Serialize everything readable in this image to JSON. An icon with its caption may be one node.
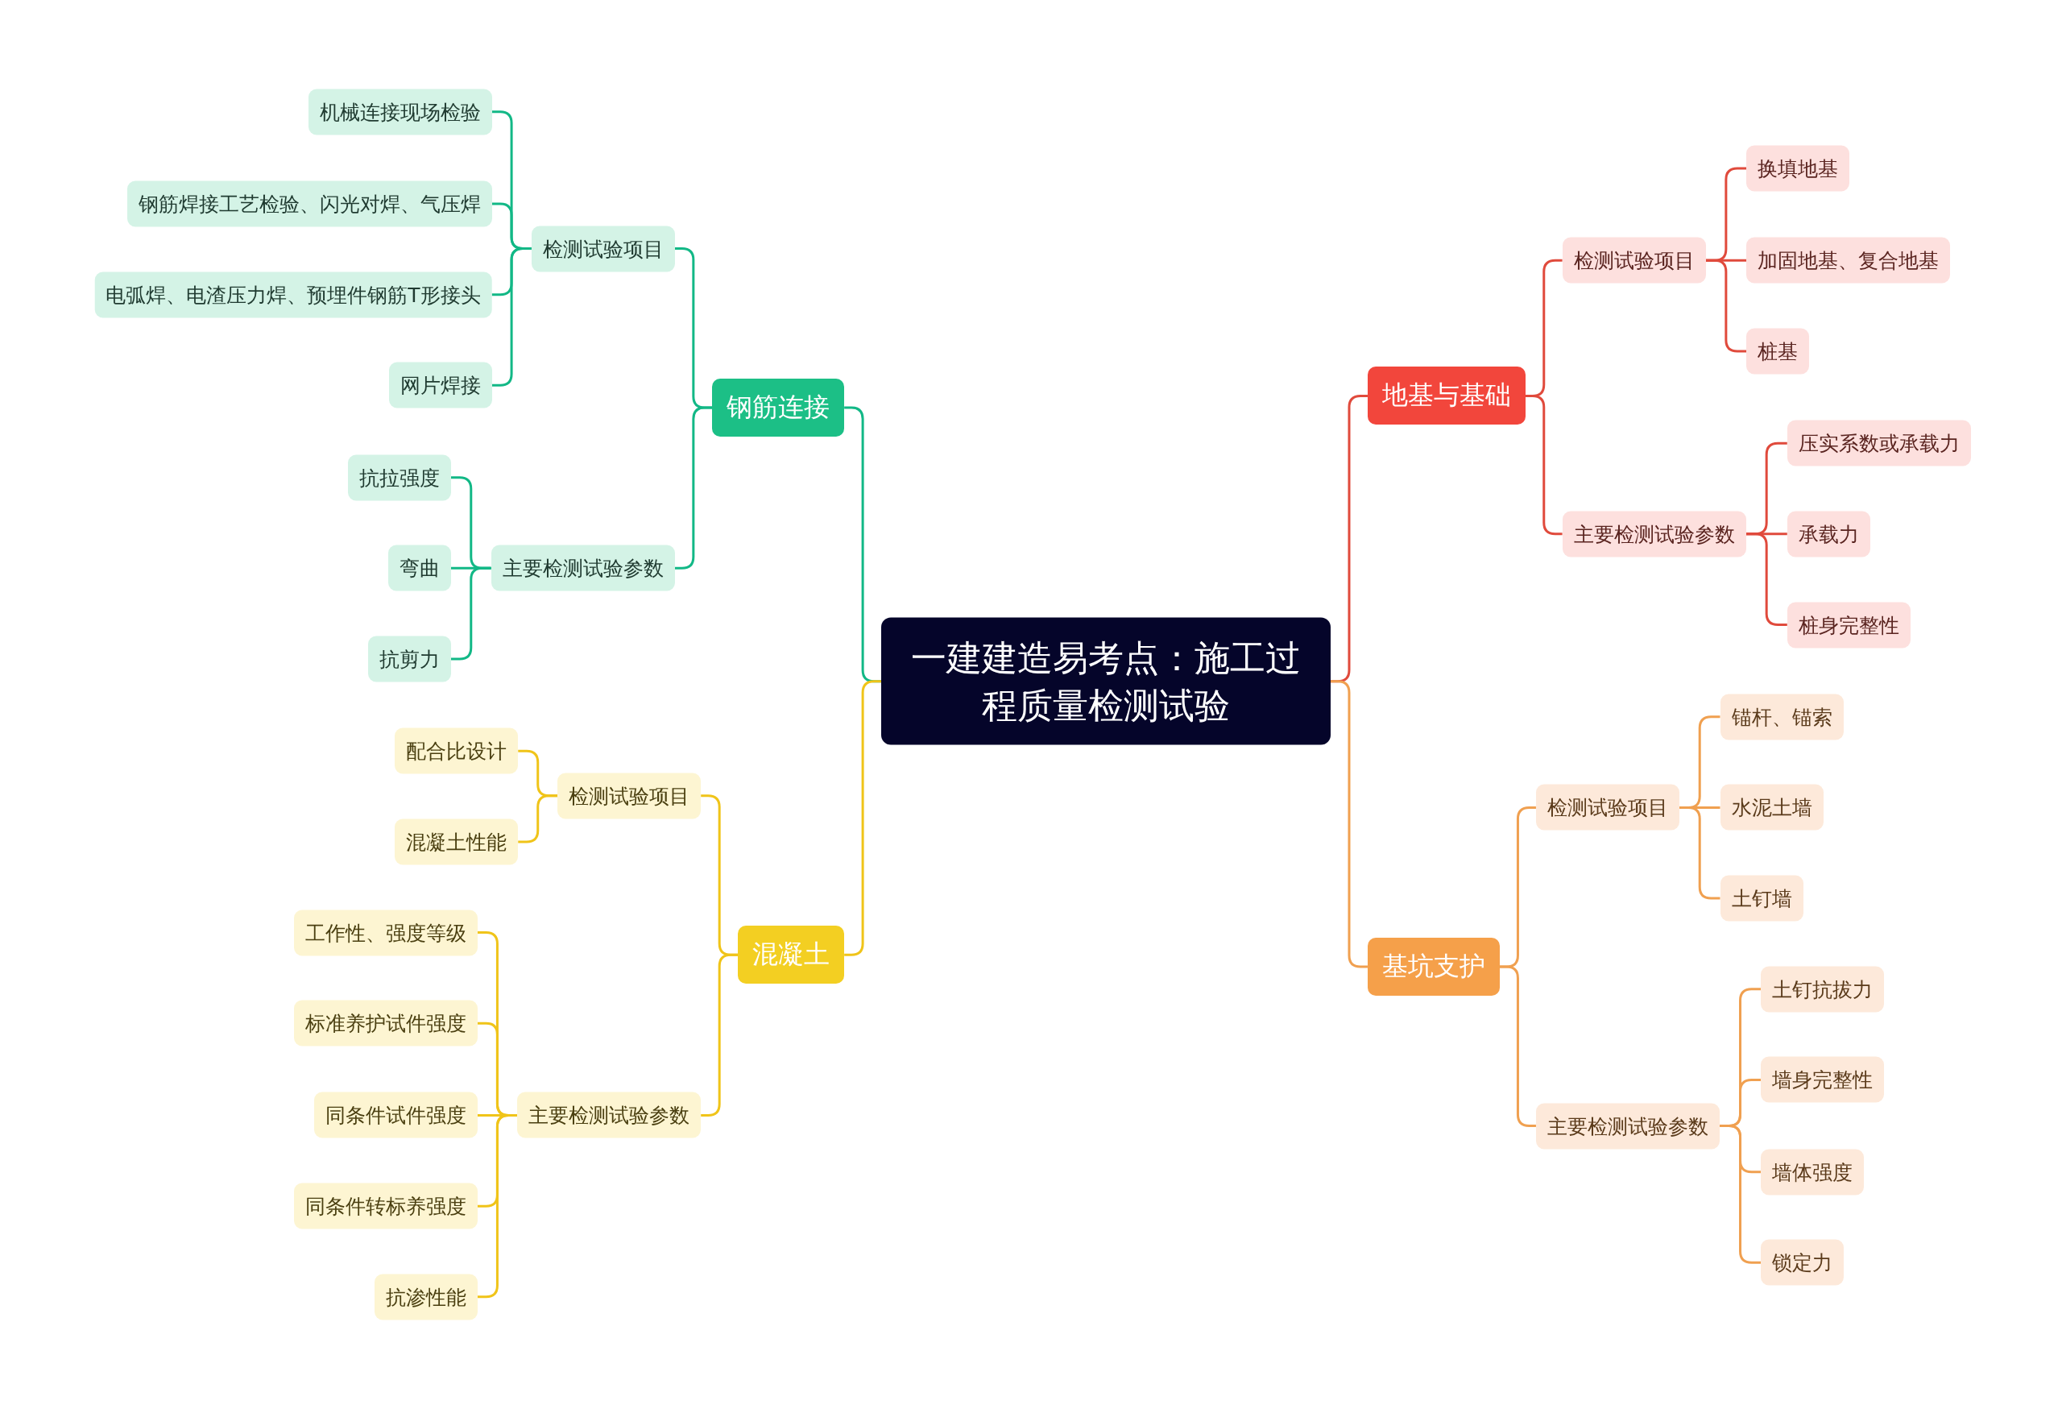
{
  "diagram": {
    "nodes": [
      {
        "text": [
          "一建建造易考点：施工过程质量检测试验"
        ]
      },
      {
        "text": [
          "钢筋连接"
        ]
      },
      {
        "text": [
          "检测试验项目"
        ]
      },
      {
        "text": [
          "机械连接现场检验"
        ]
      },
      {
        "text": [
          "钢筋焊接工艺检验、闪光对焊、气压焊"
        ]
      },
      {
        "text": [
          "电弧焊、电渣压力焊、预埋件钢筋T形接头"
        ]
      },
      {
        "text": [
          "网片焊接"
        ]
      },
      {
        "text": [
          "主要检测试验参数"
        ]
      },
      {
        "text": [
          "抗拉强度"
        ]
      },
      {
        "text": [
          "弯曲"
        ]
      },
      {
        "text": [
          "抗剪力"
        ]
      },
      {
        "text": [
          "混凝土"
        ]
      },
      {
        "text": [
          "检测试验项目"
        ]
      },
      {
        "text": [
          "配合比设计"
        ]
      },
      {
        "text": [
          "混凝土性能"
        ]
      },
      {
        "text": [
          "主要检测试验参数"
        ]
      },
      {
        "text": [
          "工作性、强度等级"
        ]
      },
      {
        "text": [
          "标准养护试件强度"
        ]
      },
      {
        "text": [
          "同条件试件强度"
        ]
      },
      {
        "text": [
          "同条件转标养强度"
        ]
      },
      {
        "text": [
          "抗渗性能"
        ]
      },
      {
        "text": [
          "地基与基础"
        ]
      },
      {
        "text": [
          "检测试验项目"
        ]
      },
      {
        "text": [
          "换填地基"
        ]
      },
      {
        "text": [
          "加固地基、复合地基"
        ]
      },
      {
        "text": [
          "桩基"
        ]
      },
      {
        "text": [
          "主要检测试验参数"
        ]
      },
      {
        "text": [
          "压实系数或承载力"
        ]
      },
      {
        "text": [
          "承载力"
        ]
      },
      {
        "text": [
          "桩身完整性"
        ]
      },
      {
        "text": [
          "基坑支护"
        ]
      },
      {
        "text": [
          "检测试验项目"
        ]
      },
      {
        "text": [
          "锚杆、锚索"
        ]
      },
      {
        "text": [
          "水泥土墙"
        ]
      },
      {
        "text": [
          "土钉墙"
        ]
      },
      {
        "text": [
          "主要检测试验参数"
        ]
      },
      {
        "text": [
          "土钉抗拔力"
        ]
      },
      {
        "text": [
          "墙身完整性"
        ]
      },
      {
        "text": [
          "墙体强度"
        ]
      },
      {
        "text": [
          "锁定力"
        ]
      }
    ],
    "edges": [
      {
        "from": 0,
        "to": 1,
        "arrow": "none",
        "color": "#12b886"
      },
      {
        "from": 1,
        "to": 2,
        "arrow": "none",
        "color": "#12b886"
      },
      {
        "from": 2,
        "to": 3,
        "arrow": "none",
        "color": "#12b886"
      },
      {
        "from": 2,
        "to": 4,
        "arrow": "none",
        "color": "#12b886"
      },
      {
        "from": 2,
        "to": 5,
        "arrow": "none",
        "color": "#12b886"
      },
      {
        "from": 2,
        "to": 6,
        "arrow": "none",
        "color": "#12b886"
      },
      {
        "from": 1,
        "to": 7,
        "arrow": "none",
        "color": "#12b886"
      },
      {
        "from": 7,
        "to": 8,
        "arrow": "none",
        "color": "#12b886"
      },
      {
        "from": 7,
        "to": 9,
        "arrow": "none",
        "color": "#12b886"
      },
      {
        "from": 7,
        "to": 10,
        "arrow": "none",
        "color": "#12b886"
      },
      {
        "from": 0,
        "to": 11,
        "arrow": "none",
        "color": "#f0c419"
      },
      {
        "from": 11,
        "to": 12,
        "arrow": "none",
        "color": "#f0c419"
      },
      {
        "from": 12,
        "to": 13,
        "arrow": "none",
        "color": "#f0c419"
      },
      {
        "from": 12,
        "to": 14,
        "arrow": "none",
        "color": "#f0c419"
      },
      {
        "from": 11,
        "to": 15,
        "arrow": "none",
        "color": "#f0c419"
      },
      {
        "from": 15,
        "to": 16,
        "arrow": "none",
        "color": "#f0c419"
      },
      {
        "from": 15,
        "to": 17,
        "arrow": "none",
        "color": "#f0c419"
      },
      {
        "from": 15,
        "to": 18,
        "arrow": "none",
        "color": "#f0c419"
      },
      {
        "from": 15,
        "to": 19,
        "arrow": "none",
        "color": "#f0c419"
      },
      {
        "from": 15,
        "to": 20,
        "arrow": "none",
        "color": "#f0c419"
      },
      {
        "from": 0,
        "to": 21,
        "arrow": "none",
        "color": "#e04a3c"
      },
      {
        "from": 21,
        "to": 22,
        "arrow": "none",
        "color": "#e04a3c"
      },
      {
        "from": 22,
        "to": 23,
        "arrow": "none",
        "color": "#e04a3c"
      },
      {
        "from": 22,
        "to": 24,
        "arrow": "none",
        "color": "#e04a3c"
      },
      {
        "from": 22,
        "to": 25,
        "arrow": "none",
        "color": "#e04a3c"
      },
      {
        "from": 21,
        "to": 26,
        "arrow": "none",
        "color": "#e04a3c"
      },
      {
        "from": 26,
        "to": 27,
        "arrow": "none",
        "color": "#e04a3c"
      },
      {
        "from": 26,
        "to": 28,
        "arrow": "none",
        "color": "#e04a3c"
      },
      {
        "from": 26,
        "to": 29,
        "arrow": "none",
        "color": "#e04a3c"
      },
      {
        "from": 0,
        "to": 30,
        "arrow": "none",
        "color": "#f0a050"
      },
      {
        "from": 30,
        "to": 31,
        "arrow": "none",
        "color": "#f0a050"
      },
      {
        "from": 31,
        "to": 32,
        "arrow": "none",
        "color": "#f0a050"
      },
      {
        "from": 31,
        "to": 33,
        "arrow": "none",
        "color": "#f0a050"
      },
      {
        "from": 31,
        "to": 34,
        "arrow": "none",
        "color": "#f0a050"
      },
      {
        "from": 30,
        "to": 35,
        "arrow": "none",
        "color": "#f0a050"
      },
      {
        "from": 35,
        "to": 36,
        "arrow": "none",
        "color": "#f0a050"
      },
      {
        "from": 35,
        "to": 37,
        "arrow": "none",
        "color": "#f0a050"
      },
      {
        "from": 35,
        "to": 38,
        "arrow": "none",
        "color": "#f0a050"
      },
      {
        "from": 35,
        "to": 39,
        "arrow": "none",
        "color": "#f0a050"
      }
    ]
  }
}
